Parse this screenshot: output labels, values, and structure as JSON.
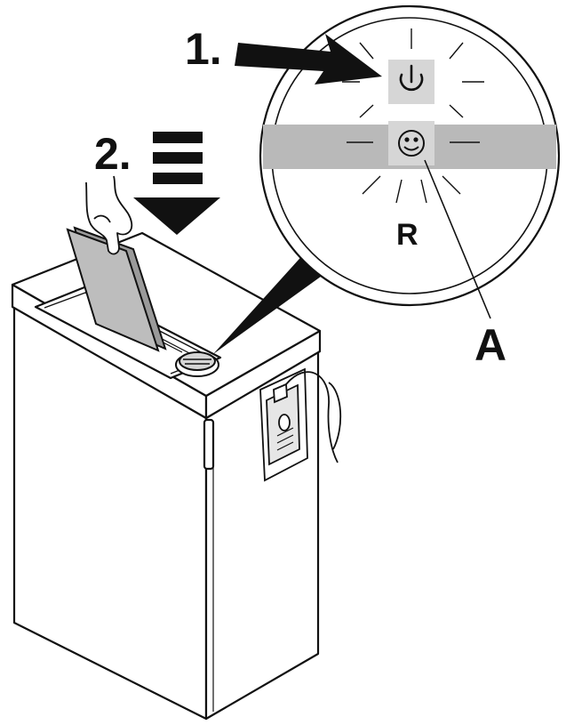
{
  "labels": {
    "step1": "1.",
    "step2": "2.",
    "ready": "R",
    "callout": "A"
  },
  "icons": {
    "power": "power-icon",
    "ready": "smiley-icon"
  },
  "colors": {
    "line": "#111111",
    "panel_band": "#b9b9b9",
    "button_bg": "#d6d6d6",
    "paper": "#bdbdbd",
    "slot_fill": "#9a9a9a"
  }
}
